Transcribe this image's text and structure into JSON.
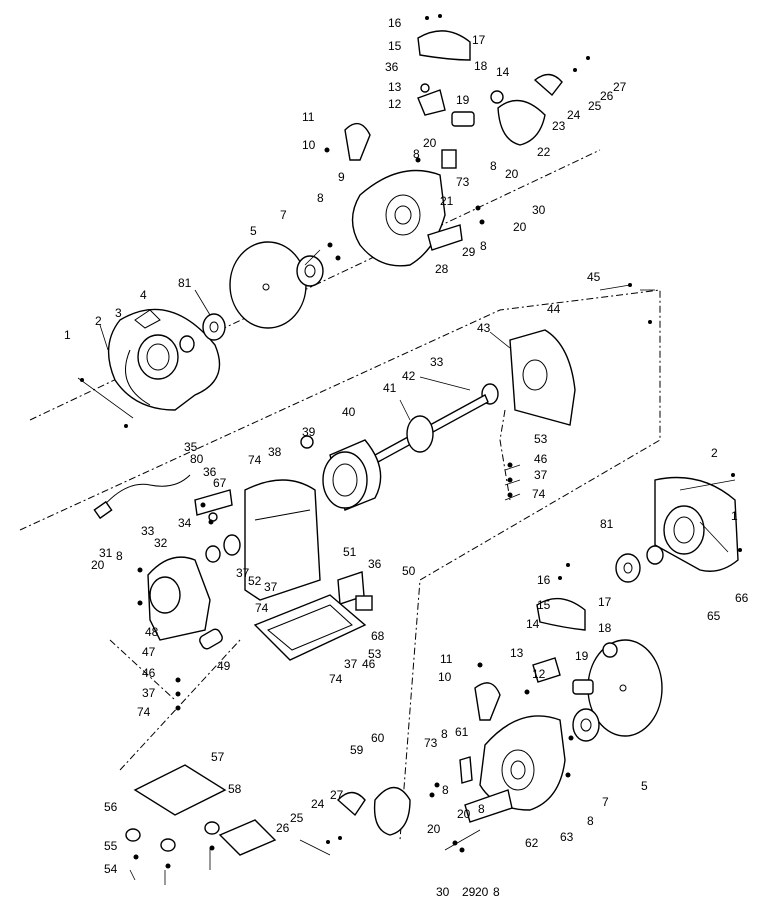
{
  "callouts": [
    {
      "id": "c1",
      "text": "16"
    },
    {
      "id": "c2",
      "text": "17"
    },
    {
      "id": "c3",
      "text": "15"
    },
    {
      "id": "c4",
      "text": "36"
    },
    {
      "id": "c5",
      "text": "18"
    },
    {
      "id": "c6",
      "text": "14"
    },
    {
      "id": "c7",
      "text": "27"
    },
    {
      "id": "c8",
      "text": "26"
    },
    {
      "id": "c9",
      "text": "13"
    },
    {
      "id": "c10",
      "text": "25"
    },
    {
      "id": "c11",
      "text": "24"
    },
    {
      "id": "c12",
      "text": "12"
    },
    {
      "id": "c13",
      "text": "19"
    },
    {
      "id": "c14",
      "text": "23"
    },
    {
      "id": "c15",
      "text": "11"
    },
    {
      "id": "c16",
      "text": "22"
    },
    {
      "id": "c17",
      "text": "10"
    },
    {
      "id": "c18",
      "text": "20"
    },
    {
      "id": "c19",
      "text": "8"
    },
    {
      "id": "c20",
      "text": "8"
    },
    {
      "id": "c21",
      "text": "20"
    },
    {
      "id": "c22",
      "text": "9"
    },
    {
      "id": "c23",
      "text": "73"
    },
    {
      "id": "c24",
      "text": "21"
    },
    {
      "id": "c25",
      "text": "8"
    },
    {
      "id": "c26",
      "text": "30"
    },
    {
      "id": "c27",
      "text": "7"
    },
    {
      "id": "c28",
      "text": "20"
    },
    {
      "id": "c29",
      "text": "5"
    },
    {
      "id": "c30",
      "text": "8"
    },
    {
      "id": "c31",
      "text": "28"
    },
    {
      "id": "c32",
      "text": "29"
    },
    {
      "id": "c33",
      "text": "45"
    },
    {
      "id": "c34",
      "text": "81"
    },
    {
      "id": "c35",
      "text": "44"
    },
    {
      "id": "c36",
      "text": "4"
    },
    {
      "id": "c37",
      "text": "3"
    },
    {
      "id": "c38",
      "text": "2"
    },
    {
      "id": "c39",
      "text": "43"
    },
    {
      "id": "c40",
      "text": "1"
    },
    {
      "id": "c41",
      "text": "33"
    },
    {
      "id": "c42",
      "text": "42"
    },
    {
      "id": "c43",
      "text": "41"
    },
    {
      "id": "c44",
      "text": "39"
    },
    {
      "id": "c45",
      "text": "40"
    },
    {
      "id": "c46",
      "text": "53"
    },
    {
      "id": "c47",
      "text": "46"
    },
    {
      "id": "c48",
      "text": "37"
    },
    {
      "id": "c49",
      "text": "74"
    },
    {
      "id": "c50",
      "text": "35"
    },
    {
      "id": "c51",
      "text": "80"
    },
    {
      "id": "c52",
      "text": "74"
    },
    {
      "id": "c53",
      "text": "38"
    },
    {
      "id": "c54",
      "text": "36"
    },
    {
      "id": "c55",
      "text": "67"
    },
    {
      "id": "c56",
      "text": "2"
    },
    {
      "id": "c57",
      "text": "34"
    },
    {
      "id": "c58",
      "text": "1"
    },
    {
      "id": "c59",
      "text": "81"
    },
    {
      "id": "c60",
      "text": "33"
    },
    {
      "id": "c61",
      "text": "32"
    },
    {
      "id": "c62",
      "text": "31"
    },
    {
      "id": "c63",
      "text": "8"
    },
    {
      "id": "c64",
      "text": "20"
    },
    {
      "id": "c65",
      "text": "51"
    },
    {
      "id": "c66",
      "text": "36"
    },
    {
      "id": "c67",
      "text": "50"
    },
    {
      "id": "c68",
      "text": "37"
    },
    {
      "id": "c69",
      "text": "52"
    },
    {
      "id": "c70",
      "text": "37"
    },
    {
      "id": "c71",
      "text": "74"
    },
    {
      "id": "c72",
      "text": "65"
    },
    {
      "id": "c73",
      "text": "66"
    },
    {
      "id": "c74",
      "text": "17"
    },
    {
      "id": "c75",
      "text": "16"
    },
    {
      "id": "c76",
      "text": "15"
    },
    {
      "id": "c77",
      "text": "18"
    },
    {
      "id": "c78",
      "text": "48"
    },
    {
      "id": "c79",
      "text": "68"
    },
    {
      "id": "c80",
      "text": "53"
    },
    {
      "id": "c81",
      "text": "14"
    },
    {
      "id": "c82",
      "text": "47"
    },
    {
      "id": "c83",
      "text": "49"
    },
    {
      "id": "c84",
      "text": "37"
    },
    {
      "id": "c85",
      "text": "46"
    },
    {
      "id": "c86",
      "text": "13"
    },
    {
      "id": "c87",
      "text": "46"
    },
    {
      "id": "c88",
      "text": "11"
    },
    {
      "id": "c89",
      "text": "74"
    },
    {
      "id": "c90",
      "text": "12"
    },
    {
      "id": "c91",
      "text": "19"
    },
    {
      "id": "c92",
      "text": "37"
    },
    {
      "id": "c93",
      "text": "10"
    },
    {
      "id": "c94",
      "text": "74"
    },
    {
      "id": "c95",
      "text": "5"
    },
    {
      "id": "c96",
      "text": "73"
    },
    {
      "id": "c97",
      "text": "8"
    },
    {
      "id": "c98",
      "text": "61"
    },
    {
      "id": "c99",
      "text": "7"
    },
    {
      "id": "c100",
      "text": "57"
    },
    {
      "id": "c101",
      "text": "60"
    },
    {
      "id": "c102",
      "text": "59"
    },
    {
      "id": "c103",
      "text": "58"
    },
    {
      "id": "c104",
      "text": "27"
    },
    {
      "id": "c105",
      "text": "8"
    },
    {
      "id": "c106",
      "text": "20"
    },
    {
      "id": "c107",
      "text": "8"
    },
    {
      "id": "c108",
      "text": "20"
    },
    {
      "id": "c109",
      "text": "56"
    },
    {
      "id": "c110",
      "text": "25"
    },
    {
      "id": "c111",
      "text": "24"
    },
    {
      "id": "c112",
      "text": "8"
    },
    {
      "id": "c113",
      "text": "63"
    },
    {
      "id": "c114",
      "text": "55"
    },
    {
      "id": "c115",
      "text": "26"
    },
    {
      "id": "c116",
      "text": "62"
    },
    {
      "id": "c117",
      "text": "54"
    },
    {
      "id": "c118",
      "text": "30"
    },
    {
      "id": "c119",
      "text": "29"
    },
    {
      "id": "c120",
      "text": "20"
    },
    {
      "id": "c121",
      "text": "8"
    }
  ]
}
